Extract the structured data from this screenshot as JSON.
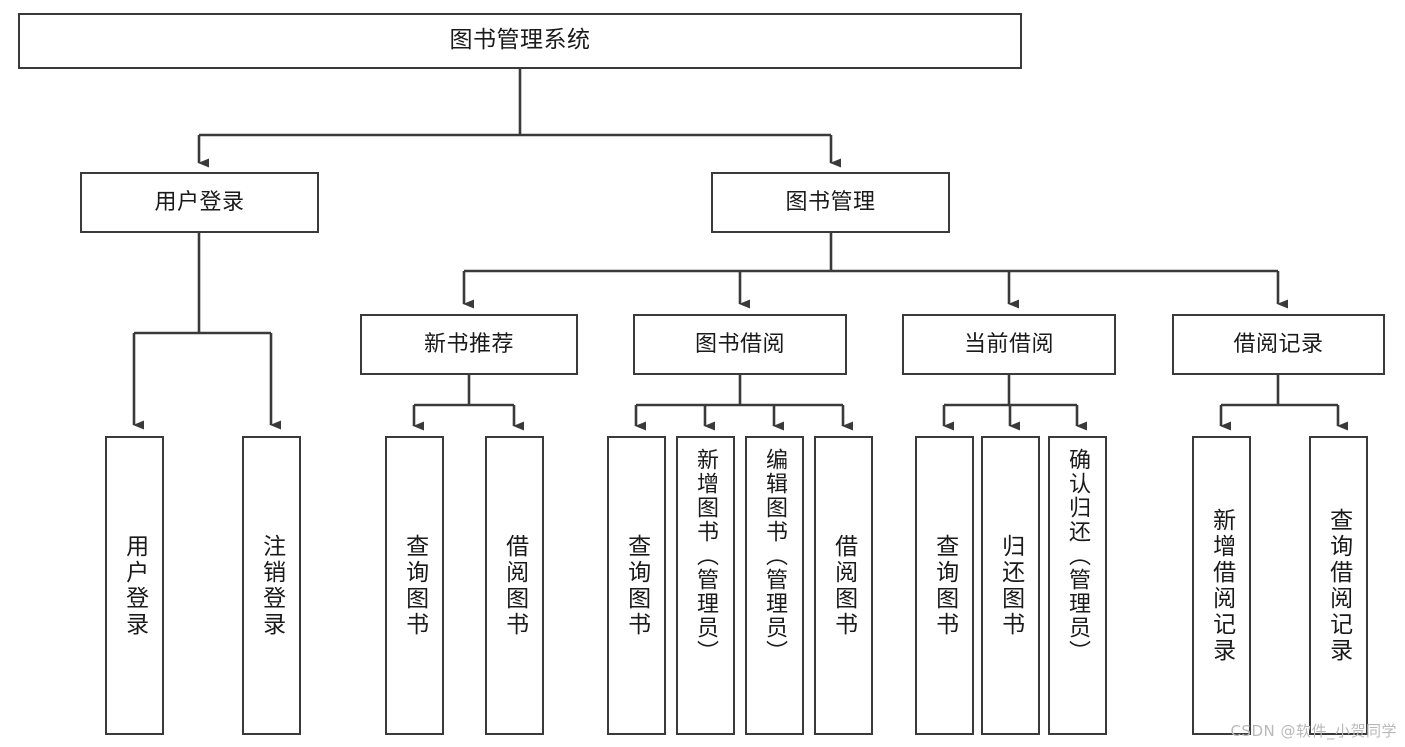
{
  "diagram": {
    "type": "tree-hierarchy",
    "title": "图书管理系统",
    "stroke_color": "#3a3a3a",
    "background_color": "#ffffff",
    "text_color": "#1a1a1a",
    "watermark": "CSDN @软件_小贺同学",
    "watermark_color": "#b9b9b9"
  },
  "nodes": {
    "root": {
      "label": "图书管理系统"
    },
    "level1": [
      {
        "id": "user-login",
        "label": "用户登录"
      },
      {
        "id": "book-manage",
        "label": "图书管理"
      }
    ],
    "level2": [
      {
        "id": "new-book-recommend",
        "label": "新书推荐"
      },
      {
        "id": "book-borrow",
        "label": "图书借阅"
      },
      {
        "id": "current-borrow",
        "label": "当前借阅"
      },
      {
        "id": "borrow-record",
        "label": "借阅记录"
      }
    ],
    "leaves": {
      "user_login": [
        {
          "id": "leaf-user-login",
          "label": "用户登录"
        },
        {
          "id": "leaf-logout-login",
          "label": "注销登录"
        }
      ],
      "new_book_recommend": [
        {
          "id": "leaf-query-book-1",
          "label": "查询图书"
        },
        {
          "id": "leaf-borrow-book-1",
          "label": "借阅图书"
        }
      ],
      "book_borrow": [
        {
          "id": "leaf-query-book-2",
          "label": "查询图书"
        },
        {
          "id": "leaf-add-book",
          "label": "新增图书（管理员）"
        },
        {
          "id": "leaf-edit-book",
          "label": "编辑图书（管理员）"
        },
        {
          "id": "leaf-borrow-book-2",
          "label": "借阅图书"
        }
      ],
      "current_borrow": [
        {
          "id": "leaf-query-book-3",
          "label": "查询图书"
        },
        {
          "id": "leaf-return-book",
          "label": "归还图书"
        },
        {
          "id": "leaf-confirm-return",
          "label": "确认归还（管理员）"
        }
      ],
      "borrow_record": [
        {
          "id": "leaf-add-record",
          "label": "新增借阅记录"
        },
        {
          "id": "leaf-query-record",
          "label": "查询借阅记录"
        }
      ]
    }
  }
}
